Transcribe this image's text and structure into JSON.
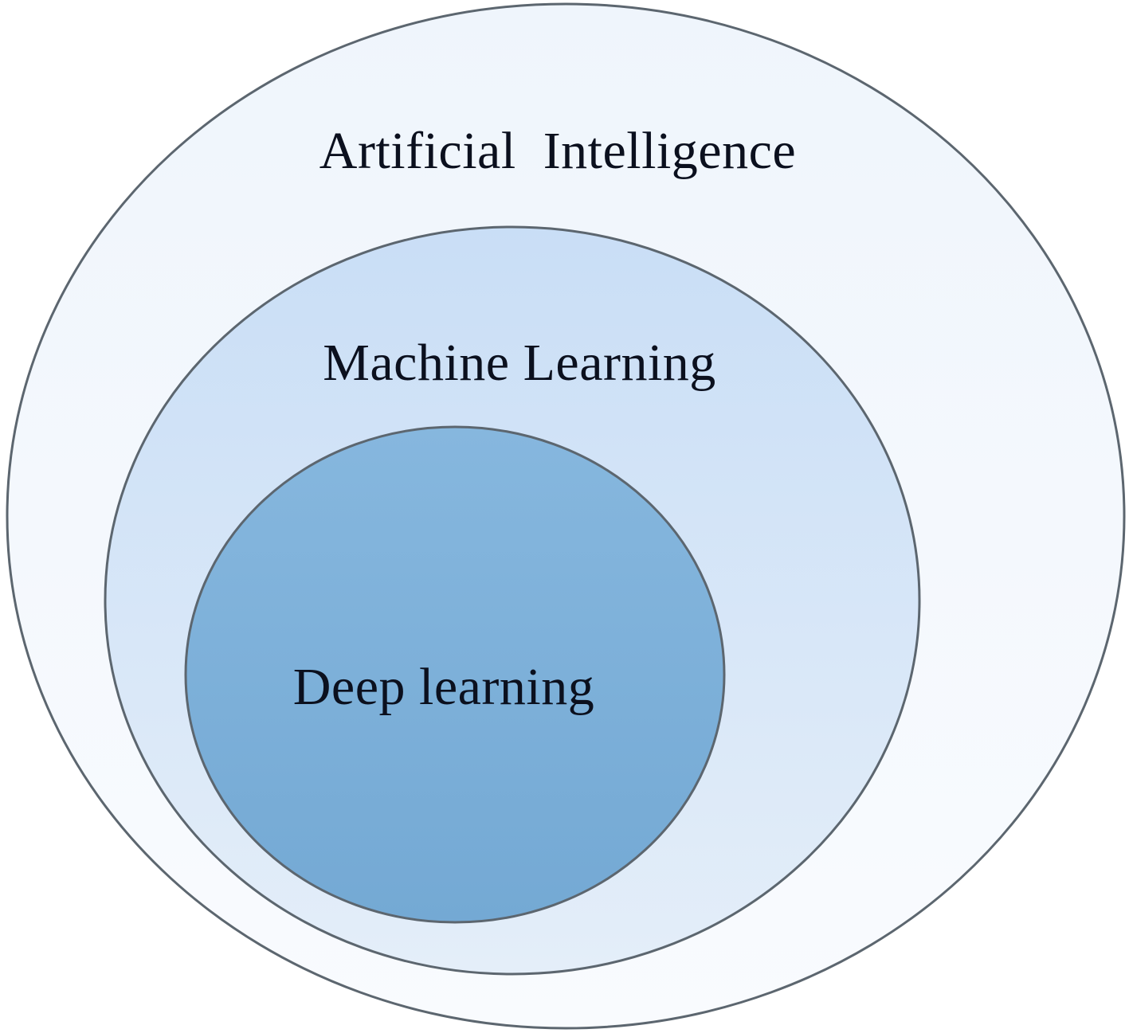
{
  "diagram": {
    "background_color": "#ffffff",
    "stroke_color": "#5c666f",
    "text_color": "#0b101e",
    "rings": [
      {
        "label": "Artificial  Intelligence",
        "fill_top": "#eff5fc",
        "fill_bottom": "#f9fbfe"
      },
      {
        "label": "Machine Learning",
        "fill_top": "#c9def6",
        "fill_bottom": "#e4eef9"
      },
      {
        "label": "Deep learning",
        "fill_top": "#86b7de",
        "fill_bottom": "#74a9d4"
      }
    ]
  }
}
